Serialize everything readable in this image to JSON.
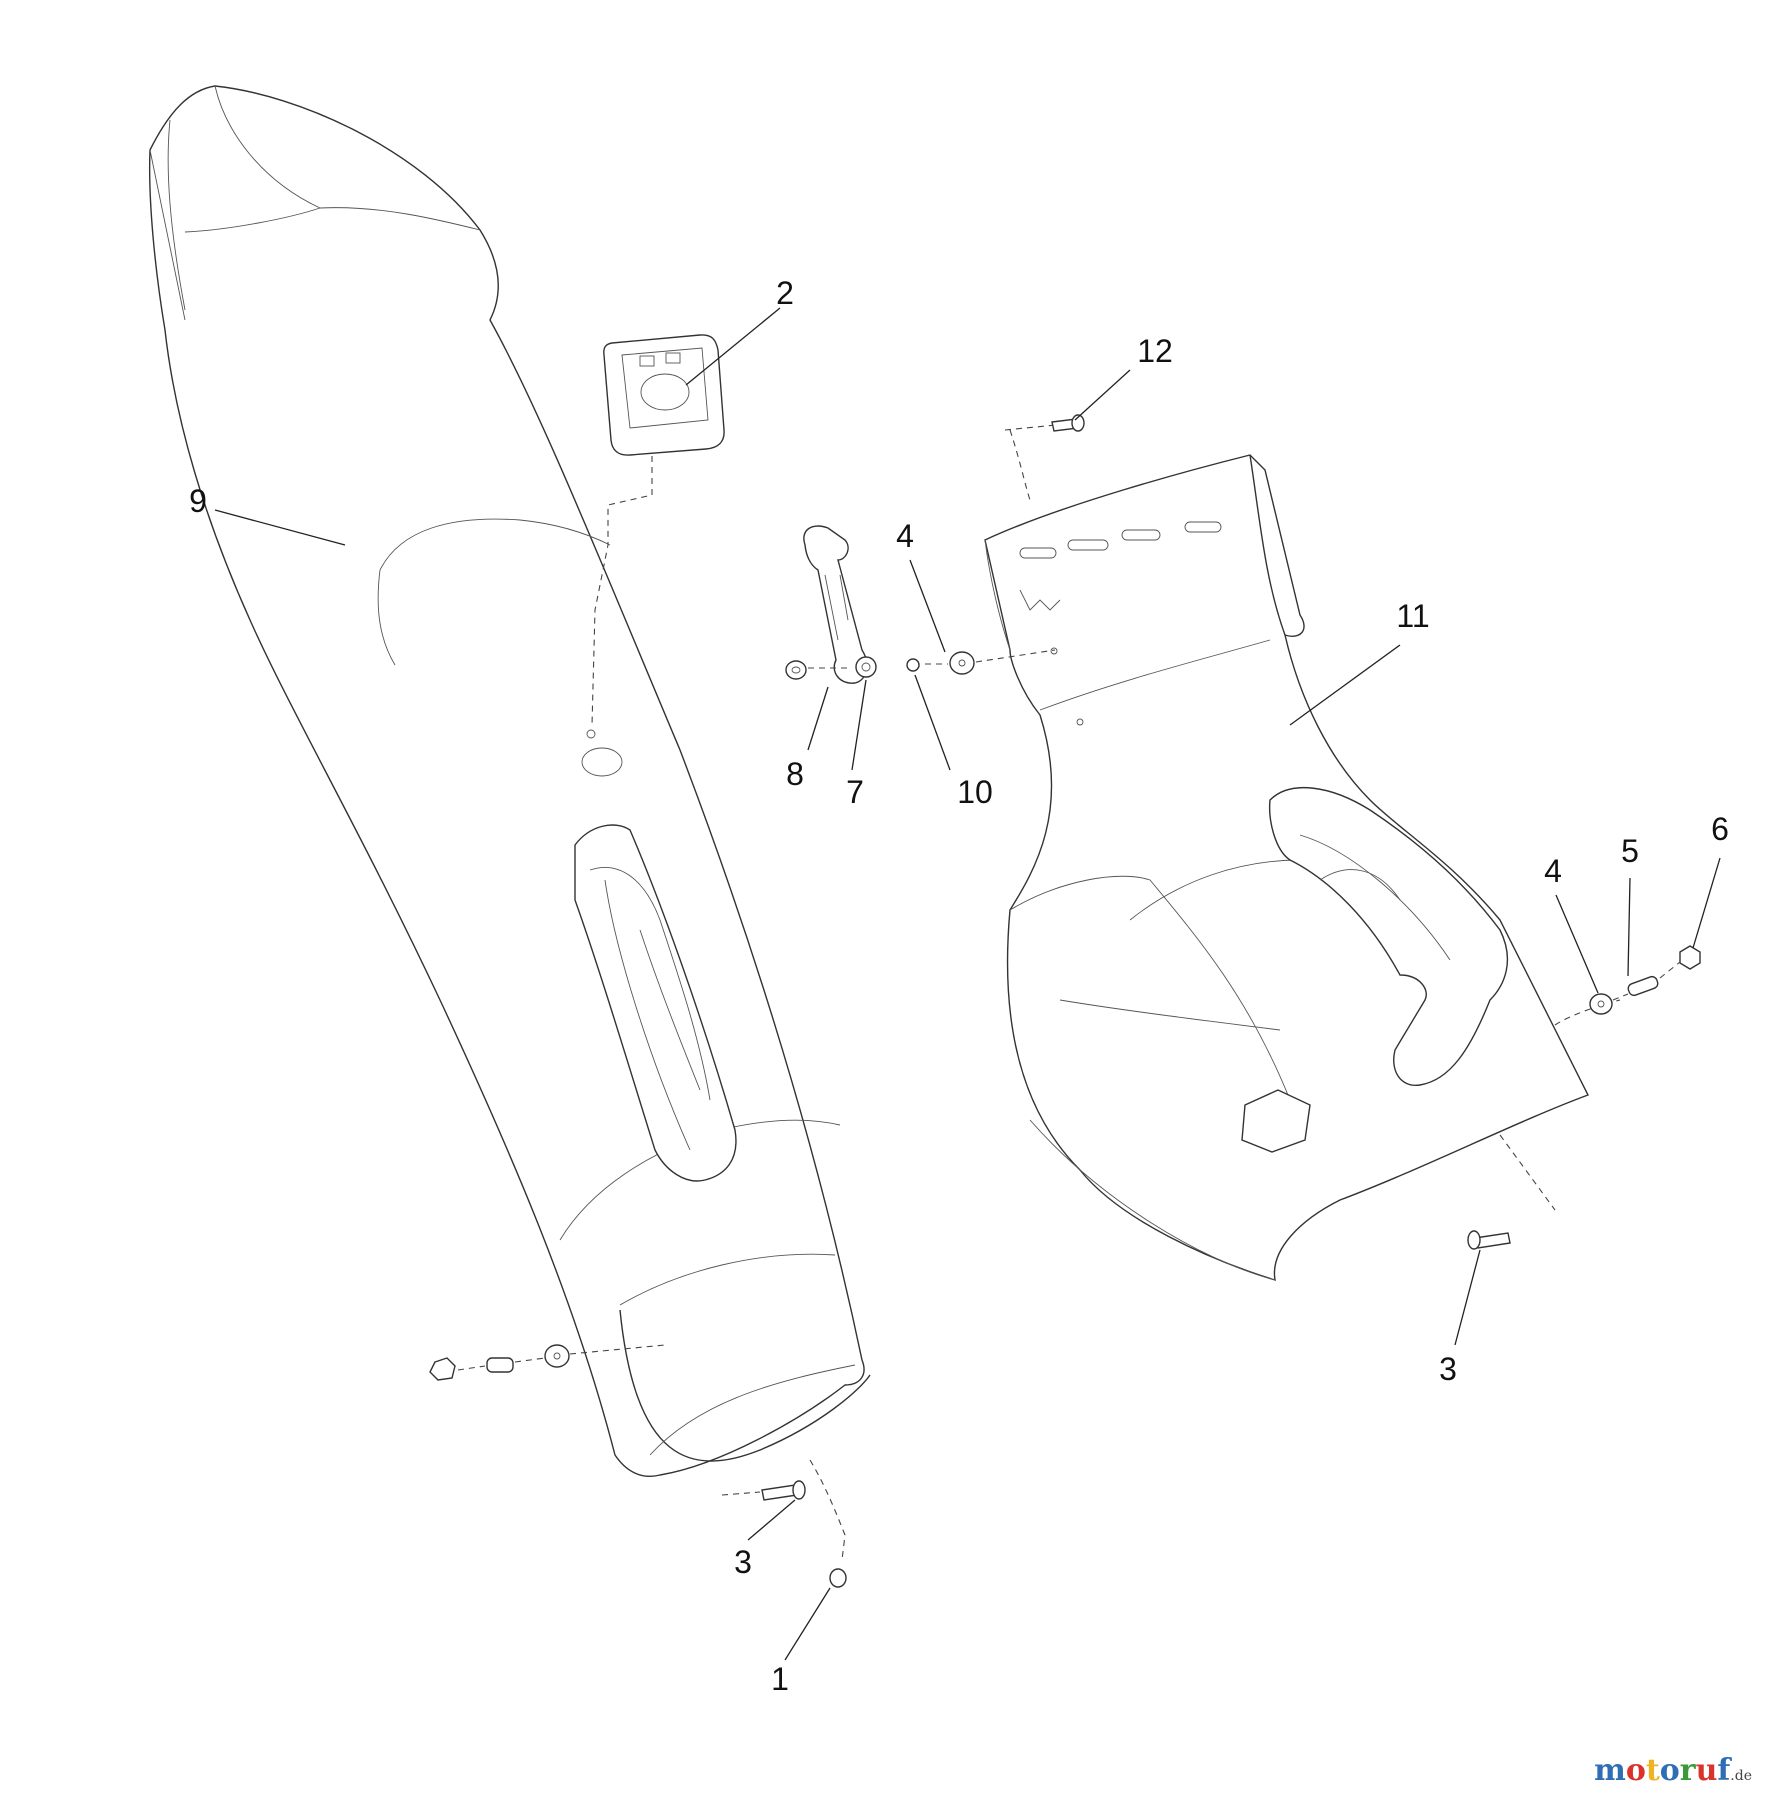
{
  "callouts": [
    {
      "id": "c2",
      "text": "2"
    },
    {
      "id": "c12",
      "text": "12"
    },
    {
      "id": "c9",
      "text": "9"
    },
    {
      "id": "c4a",
      "text": "4"
    },
    {
      "id": "c11",
      "text": "11"
    },
    {
      "id": "c8",
      "text": "8"
    },
    {
      "id": "c7",
      "text": "7"
    },
    {
      "id": "c10",
      "text": "10"
    },
    {
      "id": "c6",
      "text": "6"
    },
    {
      "id": "c5",
      "text": "5"
    },
    {
      "id": "c4b",
      "text": "4"
    },
    {
      "id": "c3a",
      "text": "3"
    },
    {
      "id": "c3b",
      "text": "3"
    },
    {
      "id": "c1",
      "text": "1"
    }
  ],
  "watermark": {
    "letters": [
      "m",
      "o",
      "t",
      "o",
      "r",
      "u",
      "f"
    ],
    "letter_colors": [
      "#2f6db5",
      "#d9332b",
      "#f0b323",
      "#2f6db5",
      "#3a9a3a",
      "#d9332b",
      "#2f6db5"
    ],
    "suffix": ".de"
  }
}
